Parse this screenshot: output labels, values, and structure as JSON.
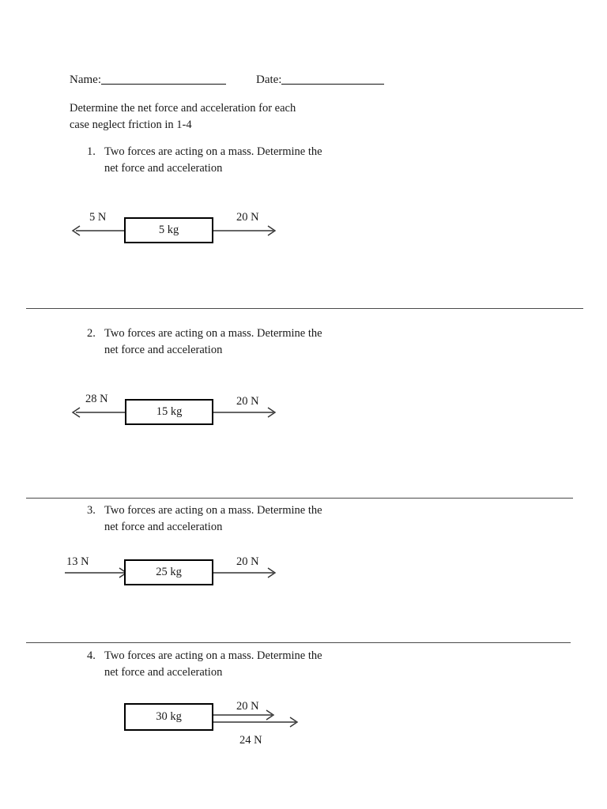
{
  "header": {
    "name_label": "Name:",
    "date_label": "Date:"
  },
  "intro": "Determine the net force and acceleration for each case neglect friction in 1-4",
  "problems": [
    {
      "number": "1.",
      "text": "Two forces are acting on a mass. Determine the net force and acceleration",
      "mass": "5 kg",
      "left_force": "5 N",
      "right_force": "20 N"
    },
    {
      "number": "2.",
      "text": "Two forces are acting on a mass. Determine the net force and acceleration",
      "mass": "15 kg",
      "left_force": "28 N",
      "right_force": "20 N"
    },
    {
      "number": "3.",
      "text": "Two forces are acting on a mass. Determine the net force and acceleration",
      "mass": "25 kg",
      "left_force": "13 N",
      "right_force": "20 N"
    },
    {
      "number": "4.",
      "text": "Two forces are acting on a mass. Determine the net force and acceleration",
      "mass": "30 kg",
      "upper_force": "20 N",
      "lower_force": "24 N"
    }
  ],
  "colors": {
    "ink": "#1a1a1a",
    "rule": "#4a4a4a",
    "box_border": "#000000",
    "arrow": "#333333"
  }
}
